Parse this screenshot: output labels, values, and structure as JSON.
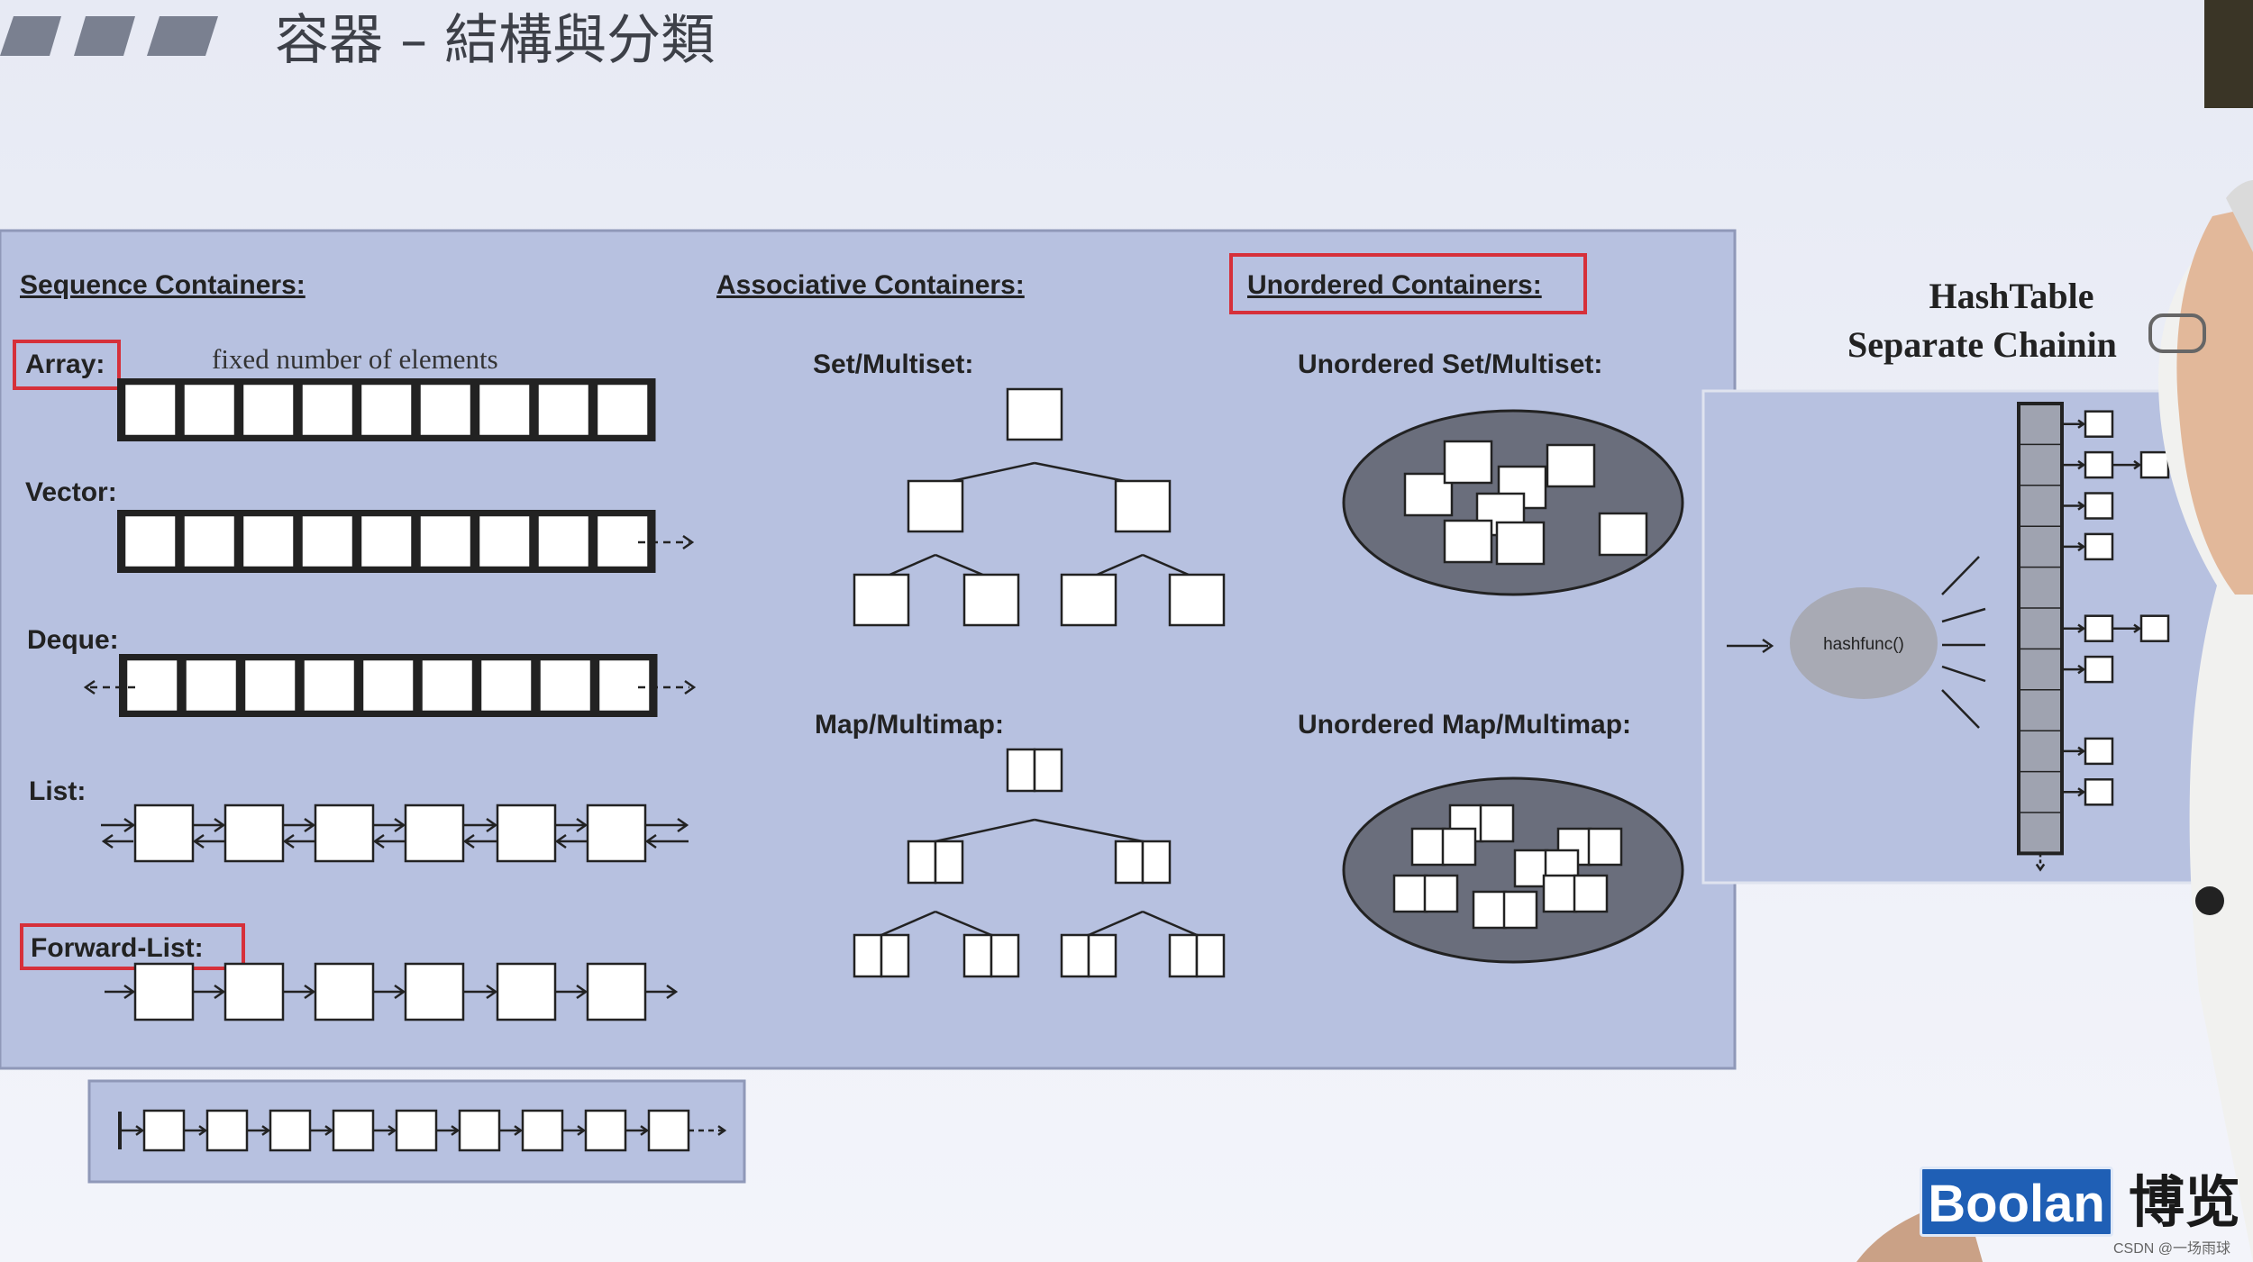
{
  "slide": {
    "title": "容器 – 結構與分類"
  },
  "groups": {
    "sequence": "Sequence Containers:",
    "associative": "Associative Containers:",
    "unordered": "Unordered Containers:"
  },
  "sequence": {
    "array": {
      "label": "Array:",
      "note": "fixed number of elements"
    },
    "vector": {
      "label": "Vector:"
    },
    "deque": {
      "label": "Deque:"
    },
    "list": {
      "label": "List:"
    },
    "forward_list": {
      "label": "Forward-List:"
    }
  },
  "associative": {
    "set": {
      "label": "Set/Multiset:"
    },
    "map": {
      "label": "Map/Multimap:"
    }
  },
  "unordered": {
    "set": {
      "label": "Unordered Set/Multiset:"
    },
    "map": {
      "label": "Unordered Map/Multimap:"
    }
  },
  "hashtable": {
    "title_line1": "HashTable",
    "title_line2": "Separate Chainin",
    "hashfunc": "hashfunc()"
  },
  "logo": {
    "text": "Boolan",
    "cjk": "博览"
  },
  "watermark": "CSDN @一场雨球",
  "colors": {
    "panel": "#b7c1e0",
    "highlight_box": "#d6303a",
    "ellipse": "#6a6e7c",
    "logo": "#1f5fb5"
  }
}
